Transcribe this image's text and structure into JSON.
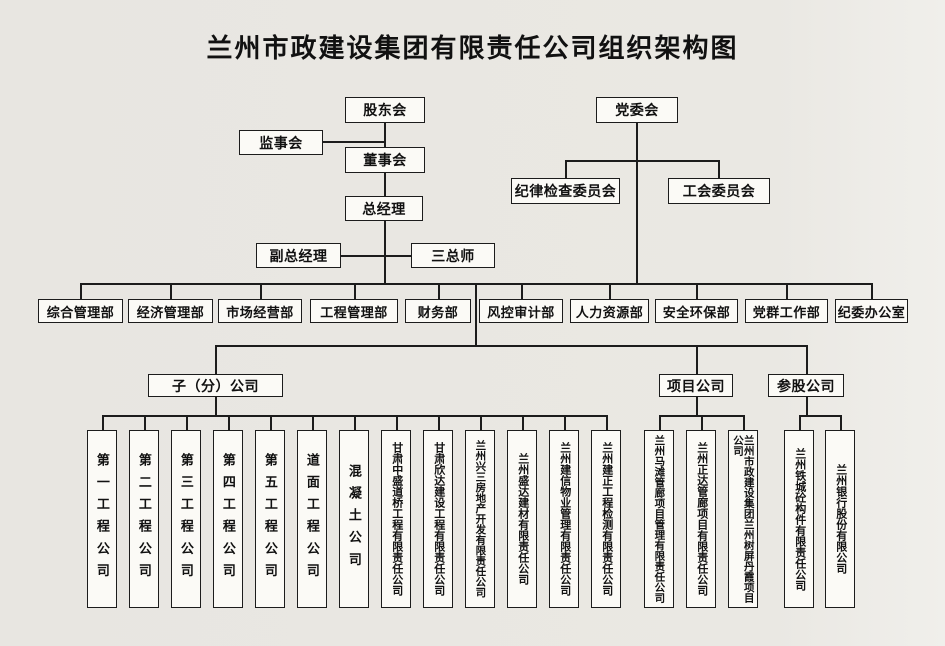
{
  "title": "兰州市政建设集团有限责任公司组织架构图",
  "governance": {
    "shareholders": "股东会",
    "party_committee": "党委会",
    "supervisory_board": "监事会",
    "board_of_directors": "董事会",
    "discipline_inspection_committee": "纪律检查委员会",
    "labor_union_committee": "工会委员会",
    "general_manager": "总经理",
    "deputy_general_manager": "副总经理",
    "three_chief_engineers": "三总师"
  },
  "departments": [
    "综合管理部",
    "经济管理部",
    "市场经营部",
    "工程管理部",
    "财务部",
    "风控审计部",
    "人力资源部",
    "安全环保部",
    "党群工作部",
    "纪委办公室"
  ],
  "company_groups": {
    "subsidiaries_label": "子（分）公司",
    "project_companies_label": "项目公司",
    "equity_companies_label": "参股公司"
  },
  "subsidiaries": [
    "第一工程公司",
    "第二工程公司",
    "第三工程公司",
    "第四工程公司",
    "第五工程公司",
    "道面工程公司",
    "混凝土公司",
    "甘肃中盛道桥工程有限责任公司",
    "甘肃欣达建设工程有限责任公司",
    "兰州兴三房地产开发有限责任公司",
    "兰州盛达建材有限责任公司",
    "兰州建信物业管理有限责任公司",
    "兰州建正工程检测有限责任公司"
  ],
  "project_companies": [
    "兰州马滩管廊项目管理有限责任公司",
    "兰州正达管廊项目有限责任公司",
    "兰州市政建设集团兰州树屏丹霞项目公司"
  ],
  "equity_companies": [
    "兰州铁城砼构件有限责任公司",
    "兰州银行股份有限公司"
  ],
  "colors": {
    "background": "#e8e6e1",
    "box_fill": "#fbfaf6",
    "line": "#1c1c1c",
    "text": "#111111"
  }
}
